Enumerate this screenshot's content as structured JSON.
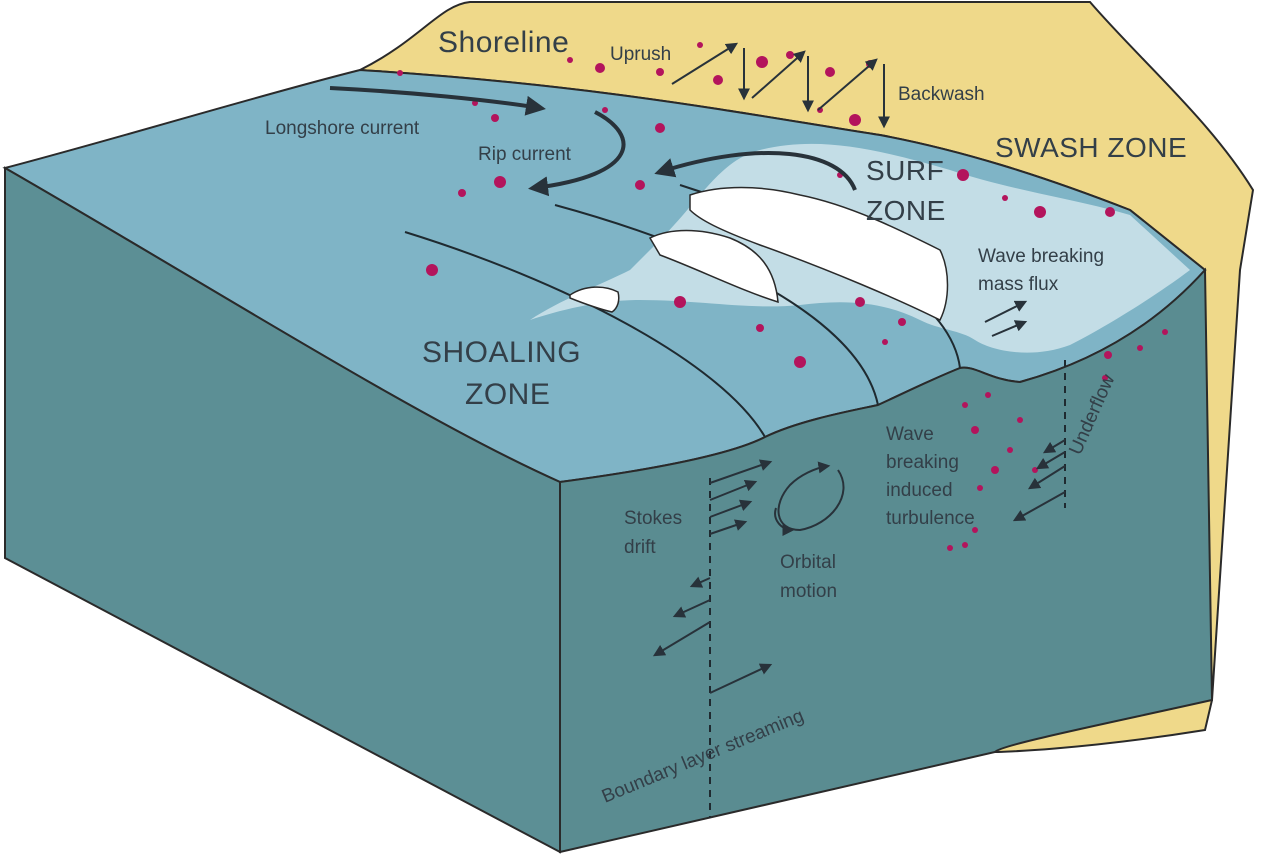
{
  "colors": {
    "sand": "#efd98a",
    "sand_outline": "#2a2a2a",
    "water_top": "#7fb4c6",
    "surf_foam": "#c7dfe8",
    "block_side": "#5c8f95",
    "block_side_right": "#5a8c91",
    "sediment": "#b3145c",
    "arrow": "#28323a",
    "text": "#333f48"
  },
  "labels": {
    "shoreline": "Shoreline",
    "uprush": "Uprush",
    "backwash": "Backwash",
    "swash_zone": "SWASH ZONE",
    "longshore_current": "Longshore current",
    "rip_current": "Rip current",
    "surf_zone_line1": "SURF",
    "surf_zone_line2": "ZONE",
    "wave_breaking_mass_flux_line1": "Wave breaking",
    "wave_breaking_mass_flux_line2": "mass flux",
    "shoaling_zone_line1": "SHOALING",
    "shoaling_zone_line2": "ZONE",
    "turbulence_line1": "Wave",
    "turbulence_line2": "breaking",
    "turbulence_line3": "induced",
    "turbulence_line4": "turbulence",
    "underflow": "Underflow",
    "stokes_line1": "Stokes",
    "stokes_line2": "drift",
    "orbital_line1": "Orbital",
    "orbital_line2": "motion",
    "boundary_layer": "Boundary layer streaming"
  }
}
